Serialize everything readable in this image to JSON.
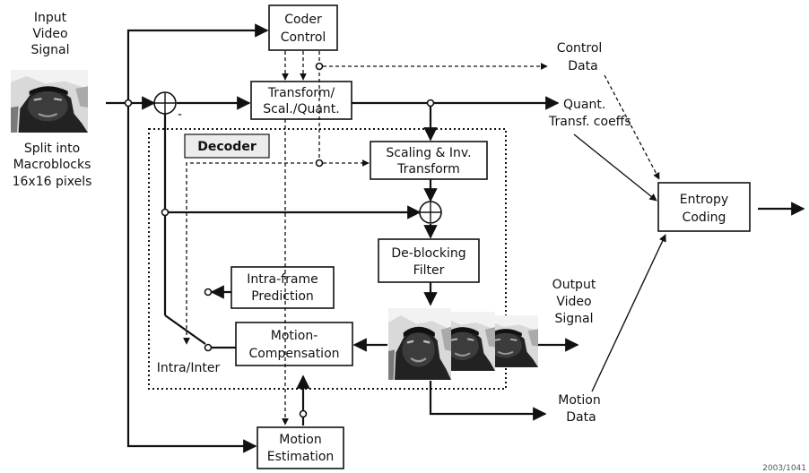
{
  "diagram": {
    "input_label": [
      "Input",
      "Video",
      "Signal"
    ],
    "split_label": [
      "Split into",
      "Macroblocks",
      "16x16 pixels"
    ],
    "coder_control": [
      "Coder",
      "Control"
    ],
    "control_data": [
      "Control",
      "Data"
    ],
    "transform": [
      "Transform/",
      "Scal./Quant."
    ],
    "quant_coeffs": [
      "Quant.",
      "Transf. coeffs"
    ],
    "decoder": "Decoder",
    "scaling": [
      "Scaling & Inv.",
      "Transform"
    ],
    "entropy": [
      "Entropy",
      "Coding"
    ],
    "deblocking": [
      "De-blocking",
      "Filter"
    ],
    "intra_pred": [
      "Intra-frame",
      "Prediction"
    ],
    "output_label": [
      "Output",
      "Video",
      "Signal"
    ],
    "motion_comp": [
      "Motion-",
      "Compensation"
    ],
    "intra_inter": "Intra/Inter",
    "motion_data": [
      "Motion",
      "Data"
    ],
    "motion_est": [
      "Motion",
      "Estimation"
    ],
    "minus_sign": "-",
    "footer_id": "2003/1041"
  }
}
